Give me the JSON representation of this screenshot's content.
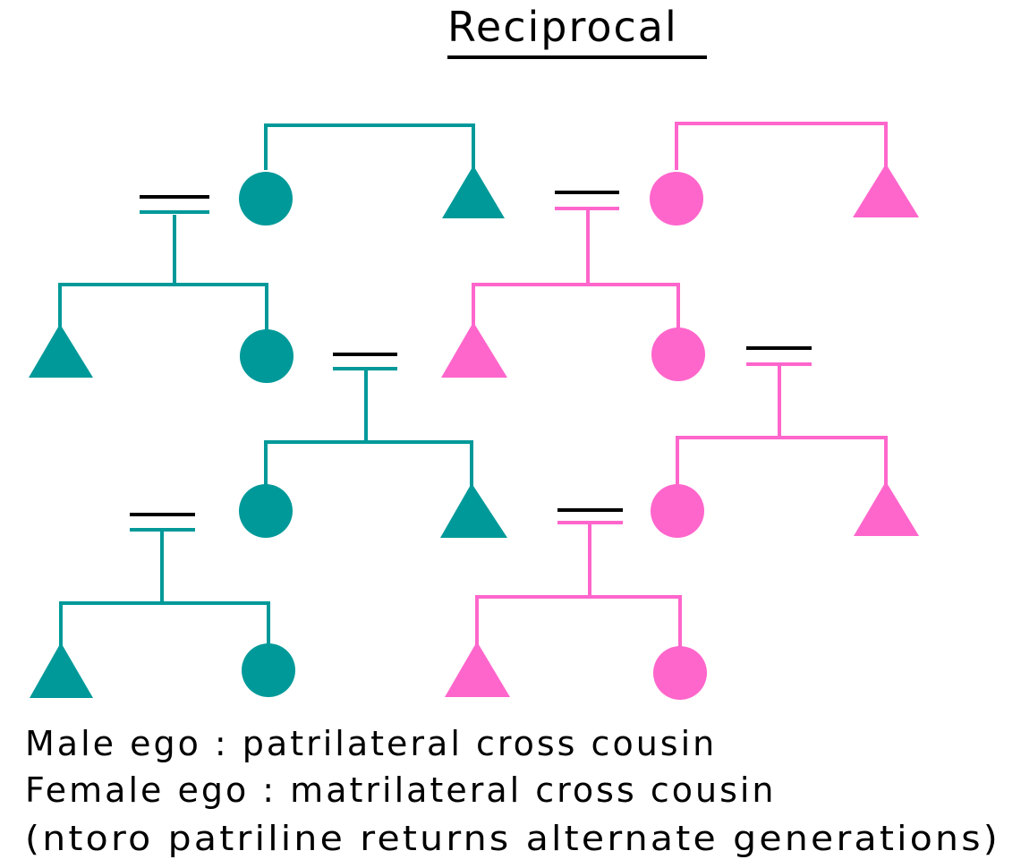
{
  "title": "Reciprocal",
  "caption": {
    "line1": "Male ego : patrilateral cross cousin",
    "line2": "Female ego : matrilateral cross cousin",
    "line3": "(ntoro patriline returns alternate generations)"
  },
  "colors": {
    "teal": "#009999",
    "pink": "#ff66cc",
    "marriage": "#000000"
  },
  "symbols": {
    "female": "circle",
    "male": "triangle",
    "marriage": "double-line"
  }
}
